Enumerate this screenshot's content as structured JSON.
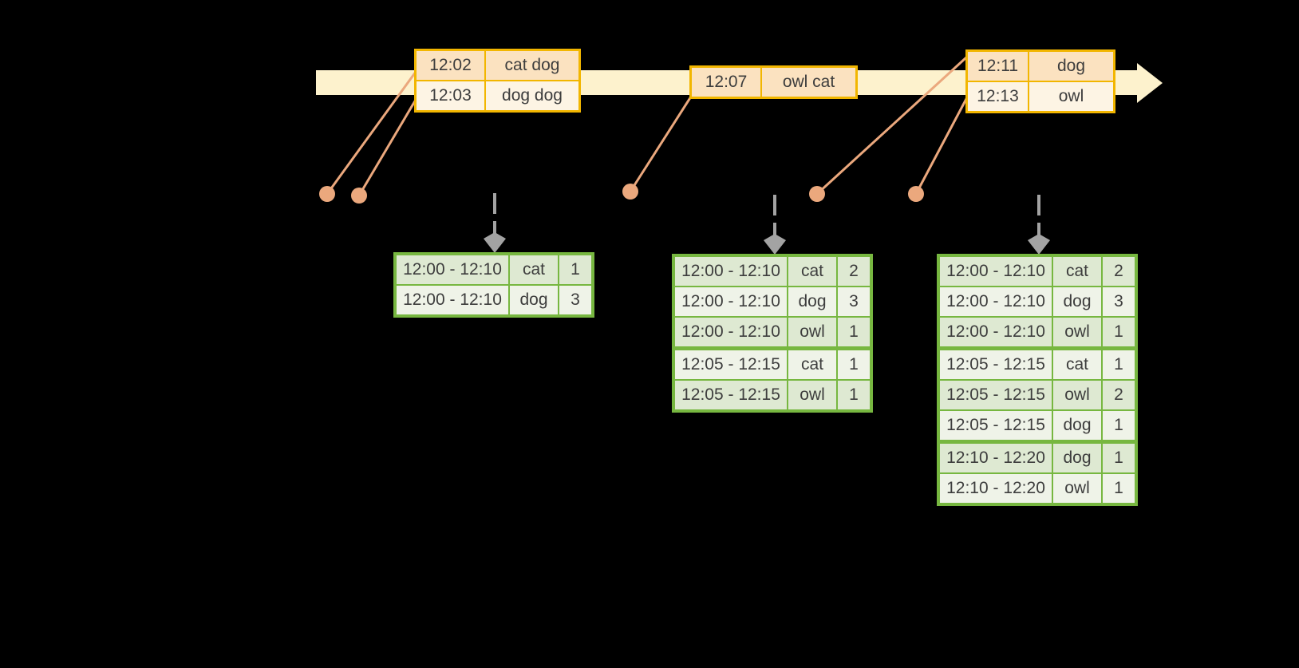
{
  "colors": {
    "background": "#000000",
    "timeline_band": "#fdf2cd",
    "event_box_border": "#f2b600",
    "event_row_dark": "#fbe2c0",
    "event_row_light": "#fdf4e4",
    "leader_line": "#eba87d",
    "trigger_arrow": "#a3a3a3",
    "result_table_border": "#77b740",
    "result_row_dark": "#dee9d2",
    "result_row_light": "#eff3e8",
    "text": "#3d3d3d"
  },
  "diagram": {
    "timeline": {
      "event_batches": [
        {
          "rows": [
            {
              "time": "12:02",
              "words": "cat dog"
            },
            {
              "time": "12:03",
              "words": "dog dog"
            }
          ]
        },
        {
          "rows": [
            {
              "time": "12:07",
              "words": "owl cat"
            }
          ]
        },
        {
          "rows": [
            {
              "time": "12:11",
              "words": "dog"
            },
            {
              "time": "12:13",
              "words": "owl"
            }
          ]
        }
      ]
    },
    "result_tables": [
      {
        "rows": [
          {
            "window": "12:00 - 12:10",
            "word": "cat",
            "count": "1"
          },
          {
            "window": "12:00 - 12:10",
            "word": "dog",
            "count": "3"
          }
        ]
      },
      {
        "rows": [
          {
            "window": "12:00 - 12:10",
            "word": "cat",
            "count": "2"
          },
          {
            "window": "12:00 - 12:10",
            "word": "dog",
            "count": "3"
          },
          {
            "window": "12:00 - 12:10",
            "word": "owl",
            "count": "1"
          },
          {
            "window": "12:05 - 12:15",
            "word": "cat",
            "count": "1"
          },
          {
            "window": "12:05 - 12:15",
            "word": "owl",
            "count": "1"
          }
        ]
      },
      {
        "rows": [
          {
            "window": "12:00 - 12:10",
            "word": "cat",
            "count": "2"
          },
          {
            "window": "12:00 - 12:10",
            "word": "dog",
            "count": "3"
          },
          {
            "window": "12:00 - 12:10",
            "word": "owl",
            "count": "1"
          },
          {
            "window": "12:05 - 12:15",
            "word": "cat",
            "count": "1"
          },
          {
            "window": "12:05 - 12:15",
            "word": "owl",
            "count": "2"
          },
          {
            "window": "12:05 - 12:15",
            "word": "dog",
            "count": "1"
          },
          {
            "window": "12:10 - 12:20",
            "word": "dog",
            "count": "1"
          },
          {
            "window": "12:10 - 12:20",
            "word": "owl",
            "count": "1"
          }
        ]
      }
    ]
  }
}
